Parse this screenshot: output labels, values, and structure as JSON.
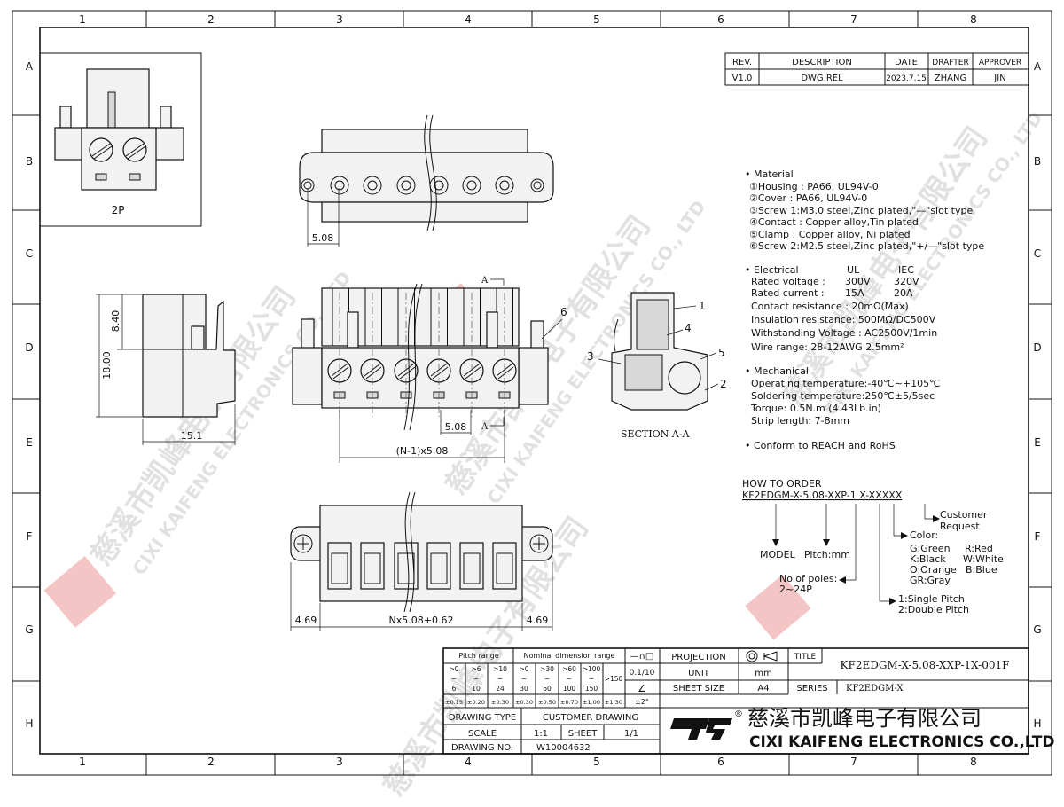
{
  "frame": {
    "columns": [
      "1",
      "2",
      "3",
      "4",
      "5",
      "6",
      "7",
      "8"
    ],
    "rows": [
      "A",
      "B",
      "C",
      "D",
      "E",
      "F",
      "G",
      "H"
    ]
  },
  "revision_table": {
    "headers": [
      "REV.",
      "DESCRIPTION",
      "DATE",
      "DRAFTER",
      "APPROVER"
    ],
    "rows": [
      [
        "V1.0",
        "DWG.REL",
        "2023.7.15",
        "ZHANG",
        "JIN"
      ]
    ]
  },
  "side_view_box": {
    "label": "2P"
  },
  "dimensions": {
    "top_pitch": "5.08",
    "height_total": "18.00",
    "height_upper": "8.40",
    "depth": "15.1",
    "front_pitch": "5.08",
    "front_span": "(N-1)x5.08",
    "bottom_left": "4.69",
    "bottom_right": "4.69",
    "bottom_span": "Nx5.08+0.62",
    "section_marker": "A",
    "part_6": "6"
  },
  "section": {
    "title": "SECTION A-A",
    "callouts": [
      "1",
      "4",
      "5",
      "2",
      "3"
    ]
  },
  "specs": {
    "material_heading": "Material",
    "material": [
      "①Housing : PA66, UL94V-0",
      "②Cover : PA66, UL94V-0",
      "③Screw 1:M3.0 steel,Zinc plated,\"—\"slot type",
      "④Contact : Copper alloy,Tin plated",
      "⑤Clamp : Copper alloy, Ni plated",
      "⑥Screw 2:M2.5 steel,Zinc plated,\"+/—\"slot type"
    ],
    "electrical_heading": "Electrical",
    "electrical_col_ul": "UL",
    "electrical_col_iec": "IEC",
    "electrical_rows": [
      {
        "label": "Rated voltage :",
        "ul": "300V",
        "iec": "320V"
      },
      {
        "label": "Rated current :",
        "ul": "15A",
        "iec": "20A"
      }
    ],
    "electrical": [
      "Contact resistance : 20mΩ(Max)",
      "Insulation resistance: 500MΩ/DC500V",
      "Withstanding Voltage : AC2500V/1min",
      "Wire range: 28-12AWG   2.5mm²"
    ],
    "mechanical_heading": "Mechanical",
    "mechanical": [
      "Operating temperature:-40℃∼+105℃",
      "Soldering temperature:250℃±5/5sec",
      "Torque: 0.5N.m (4.43Lb.in)",
      "Strip length: 7-8mm"
    ],
    "conform": "Conform to REACH and RoHS"
  },
  "order": {
    "heading": "HOW TO ORDER",
    "code_parts": [
      "KF2EDGM-X",
      "-",
      "5.08",
      "-",
      "XXP",
      "-",
      "1",
      "X",
      "-",
      "XXXXX"
    ],
    "model": "MODEL",
    "pitch": "Pitch:mm",
    "poles_1": "No.of poles:",
    "poles_2": "2~24P",
    "pitch_type_1": "1:Single Pitch",
    "pitch_type_2": "2:Double Pitch",
    "color_heading": "Color:",
    "colors": [
      "G:Green",
      "R:Red",
      "K:Black",
      "W:White",
      "O:Orange",
      "B:Blue",
      "GR:Gray"
    ],
    "customer_1": "Customer",
    "customer_2": "Request"
  },
  "title_block": {
    "pitch_range": "Pitch range",
    "nominal_range": "Nominal dimension range",
    "ranges_top": [
      ">0",
      ">6",
      ">10",
      ">0",
      ">30",
      ">60",
      ">100"
    ],
    "ranges_bottom": [
      "6",
      "10",
      "24",
      "30",
      "60",
      "100",
      "150"
    ],
    "range_last": ">150",
    "tolerances": [
      "±0.15",
      "±0.20",
      "±0.30",
      "±0.30",
      "±0.50",
      "±0.70",
      "±1.00",
      "±1.30"
    ],
    "symbols": "—∩□",
    "tol_linear": "0.1/10",
    "tol_angle_symbol": "∠",
    "tol_angle": "±2°",
    "projection_label": "PROJECTION",
    "unit_label": "UNIT",
    "unit_value": "mm",
    "sheet_size_label": "SHEET SIZE",
    "sheet_size_value": "A4",
    "title_label": "TITLE",
    "title_value": "KF2EDGM-X-5.08-XXP-1X-001F",
    "series_label": "SERIES",
    "series_value": "KF2EDGM-X",
    "drawing_type_label": "DRAWING TYPE",
    "drawing_type_value": "CUSTOMER DRAWING",
    "scale_label": "SCALE",
    "scale_value": "1:1",
    "sheet_label": "SHEET",
    "sheet_value": "1/1",
    "drawing_no_label": "DRAWING NO.",
    "drawing_no_value": "W10004632",
    "company_cn": "慈溪市凯峰电子有限公司",
    "company_en": "CIXI KAIFENG ELECTRONICS CO.,LTD",
    "logo": "DF",
    "registered": "®"
  },
  "watermark": {
    "cn": "慈溪市凯峰电子有限公司",
    "en": "CIXI KAIFENG ELECTRONICS CO., LTD",
    "brand": "KAIFENG"
  },
  "colors": {
    "ink": "#111111",
    "watermark_red": "#e05a5a",
    "watermark_gray": "#c9c9c9"
  }
}
